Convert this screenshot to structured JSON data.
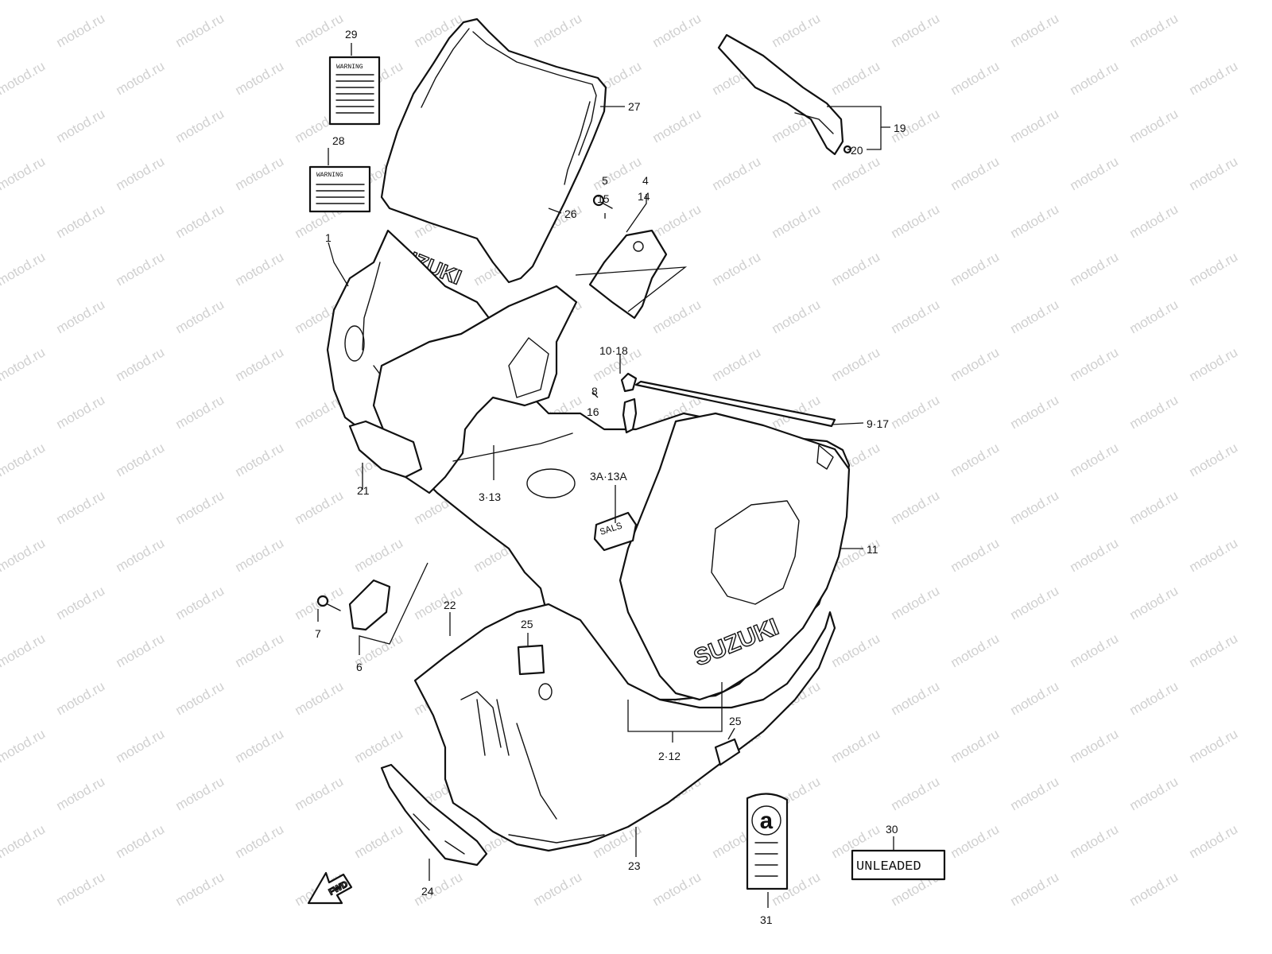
{
  "watermark": {
    "text": "motod.ru"
  },
  "colors": {
    "line": "#111111",
    "background": "#ffffff",
    "watermark": "#d0d0d0"
  },
  "decals": {
    "windscreen_logo": "SUZUKI",
    "side_logo": "SUZUKI",
    "unleaded": "UNLEADED",
    "unleaded_alt": "UNLEADED",
    "label_28_title": "WARNING",
    "label_29_title": "WARNING",
    "sticker_31": "a",
    "emblem_3a": "SALS",
    "fwd": "FWD"
  },
  "callouts": [
    {
      "id": "c1",
      "label": "1"
    },
    {
      "id": "c2",
      "label": "2·12"
    },
    {
      "id": "c3",
      "label": "3·13"
    },
    {
      "id": "c3a",
      "label": "3A·13A"
    },
    {
      "id": "c4",
      "label": "4"
    },
    {
      "id": "c14",
      "label": "14"
    },
    {
      "id": "c5",
      "label": "5"
    },
    {
      "id": "c15",
      "label": "15"
    },
    {
      "id": "c6",
      "label": "6"
    },
    {
      "id": "c7",
      "label": "7"
    },
    {
      "id": "c8",
      "label": "8"
    },
    {
      "id": "c16",
      "label": "16"
    },
    {
      "id": "c9",
      "label": "9·17"
    },
    {
      "id": "c10",
      "label": "10·18"
    },
    {
      "id": "c11",
      "label": "11"
    },
    {
      "id": "c19",
      "label": "19"
    },
    {
      "id": "c20",
      "label": "20"
    },
    {
      "id": "c21",
      "label": "21"
    },
    {
      "id": "c22",
      "label": "22"
    },
    {
      "id": "c23",
      "label": "23"
    },
    {
      "id": "c24",
      "label": "24"
    },
    {
      "id": "c25a",
      "label": "25"
    },
    {
      "id": "c25b",
      "label": "25"
    },
    {
      "id": "c26",
      "label": "26"
    },
    {
      "id": "c27",
      "label": "27"
    },
    {
      "id": "c28",
      "label": "28"
    },
    {
      "id": "c29",
      "label": "29"
    },
    {
      "id": "c30",
      "label": "30"
    },
    {
      "id": "c31",
      "label": "31"
    }
  ]
}
